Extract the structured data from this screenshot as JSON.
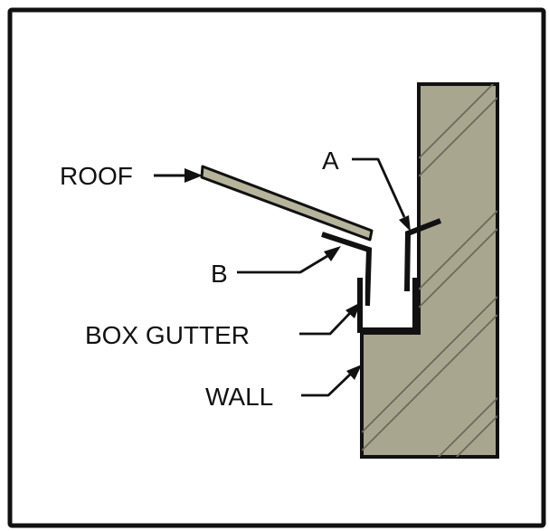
{
  "labels": {
    "roof": "ROOF",
    "a": "A",
    "b": "B",
    "box_gutter": "BOX GUTTER",
    "wall": "WALL"
  },
  "colors": {
    "background": "#ffffff",
    "frame": "#111111",
    "wall_fill": "#a9a68f",
    "roof_fill": "#b7b49c",
    "metal": "#111111",
    "hatch": "#6c6a58"
  }
}
